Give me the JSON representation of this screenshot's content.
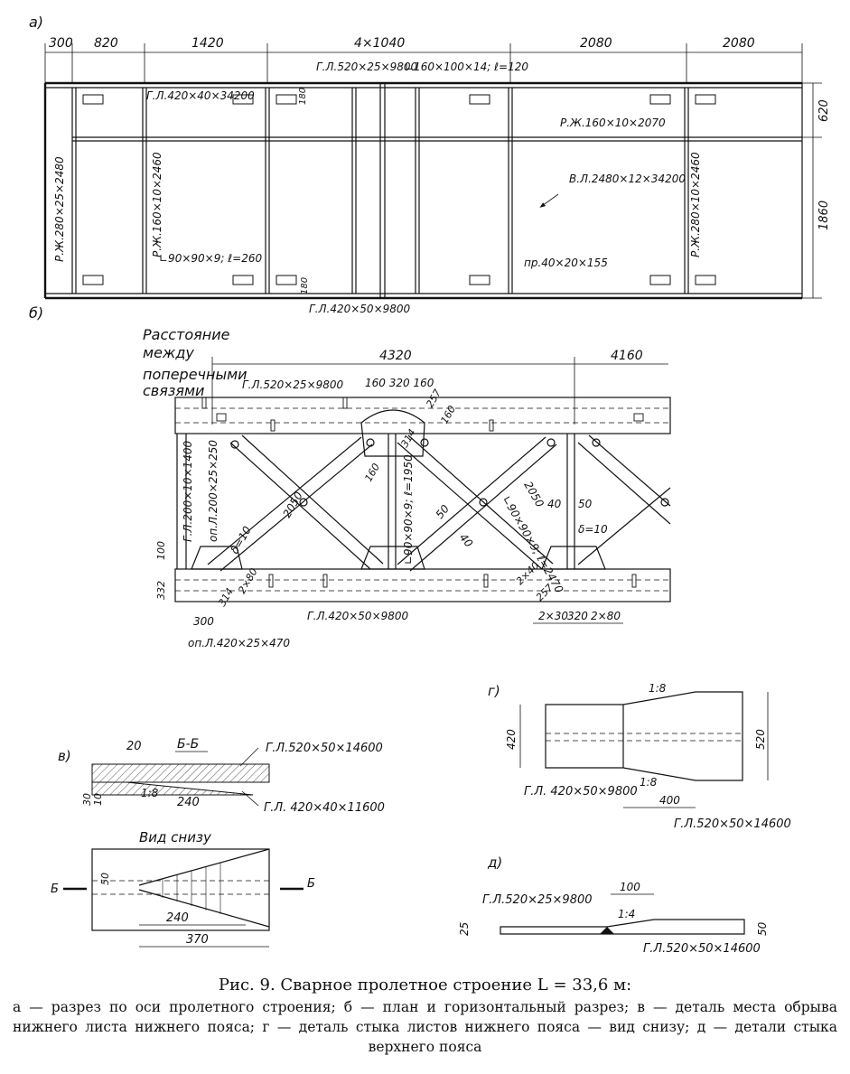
{
  "figure": {
    "title": "Рис. 9. Сварное пролетное строение L = 33,6 м:",
    "legend": "а — разрез по оси пролетного строения; б — план и горизонтальный разрез; в — деталь места обрыва нижнего листа нижнего пояса; г — деталь стыка листов нижнего пояса — вид снизу; д — детали стыка верхнего пояса"
  },
  "view_a": {
    "label": "а)",
    "dims_top": [
      "300",
      "820",
      "1420",
      "4×1040",
      "2080",
      "2080"
    ],
    "dims_right": [
      "620",
      "1860"
    ],
    "notes": {
      "top_plate_splice": "Г.Л.520×25×9800",
      "angle_top": "∟160×100×14; ℓ=120",
      "top_chord_plate": "Г.Л.420×40×34200",
      "dim_180_top": "180",
      "stiffener_h": "Р.Ж.160×10×2070",
      "web": "В.Л.2480×12×34200",
      "stiffener_end": "Р.Ж.280×25×2480",
      "stiffener_mid": "Р.Ж.160×10×2460",
      "stiffener_right": "Р.Ж.280×10×2460",
      "angle_bottom": "∟90×90×9; ℓ=260",
      "strip": "пр.40×20×155",
      "dim_180_bottom": "180",
      "bottom_plate": "Г.Л.420×50×9800"
    }
  },
  "view_b": {
    "label": "б)",
    "cross_label_1": "Расстояние",
    "cross_label_2": "между",
    "cross_label_3": "поперечными",
    "cross_label_4": "связями",
    "dims_top": [
      "4320",
      "4160"
    ],
    "notes": {
      "top_plate": "Г.Л.520×25×9800",
      "gusset_dims": "160 320 160",
      "dim_257": "257",
      "dim_160a": "160",
      "dim_314a": "314",
      "dim_160b": "160",
      "angle_main": "∟90×90×9; ℓ=1950",
      "dim_2050a": "2050",
      "dim_2050b": "2050",
      "angle_right": "∟90×90×9; ℓ=2470",
      "dim_40a": "40",
      "dim_50a": "50",
      "dim_50b": "50",
      "dim_40b": "40",
      "delta_left": "δ=10",
      "delta_right": "δ=10",
      "plate_left_1": "Г.Л.200×10×1400",
      "plate_left_2": "оп.Л.200×25×250",
      "dim_100": "100",
      "dim_332": "332",
      "dim_2x80a": "2×80",
      "dim_314b": "314",
      "dim_300": "300",
      "bottom_plate": "Г.Л.420×50×9800",
      "support_plate": "оп.Л.420×25×470",
      "dim_2x40": "2×40",
      "dim_257b": "257",
      "dims_bottom_right": [
        "2×30",
        "320",
        "2×80"
      ]
    }
  },
  "view_v": {
    "label": "в)",
    "section": "Б-Б",
    "dim_20": "20",
    "dim_30": "30",
    "dim_10": "10",
    "slope": "1:8",
    "dim_240a": "240",
    "plate_top": "Г.Л.520×50×14600",
    "plate_bottom": "Г.Л. 420×40×11600",
    "view_from_below": "Вид снизу",
    "section_mark": "Б",
    "dim_50": "50",
    "dim_240b": "240",
    "dim_370": "370"
  },
  "view_g": {
    "label": "г)",
    "slope_top": "1:8",
    "slope_bottom": "1:8",
    "dim_420": "420",
    "dim_520": "520",
    "dim_400": "400",
    "plate_left": "Г.Л. 420×50×9800",
    "plate_right": "Г.Л.520×50×14600"
  },
  "view_d": {
    "label": "д)",
    "dim_100": "100",
    "slope": "1:4",
    "dim_25": "25",
    "dim_50": "50",
    "plate_left": "Г.Л.520×25×9800",
    "plate_right": "Г.Л.520×50×14600"
  }
}
